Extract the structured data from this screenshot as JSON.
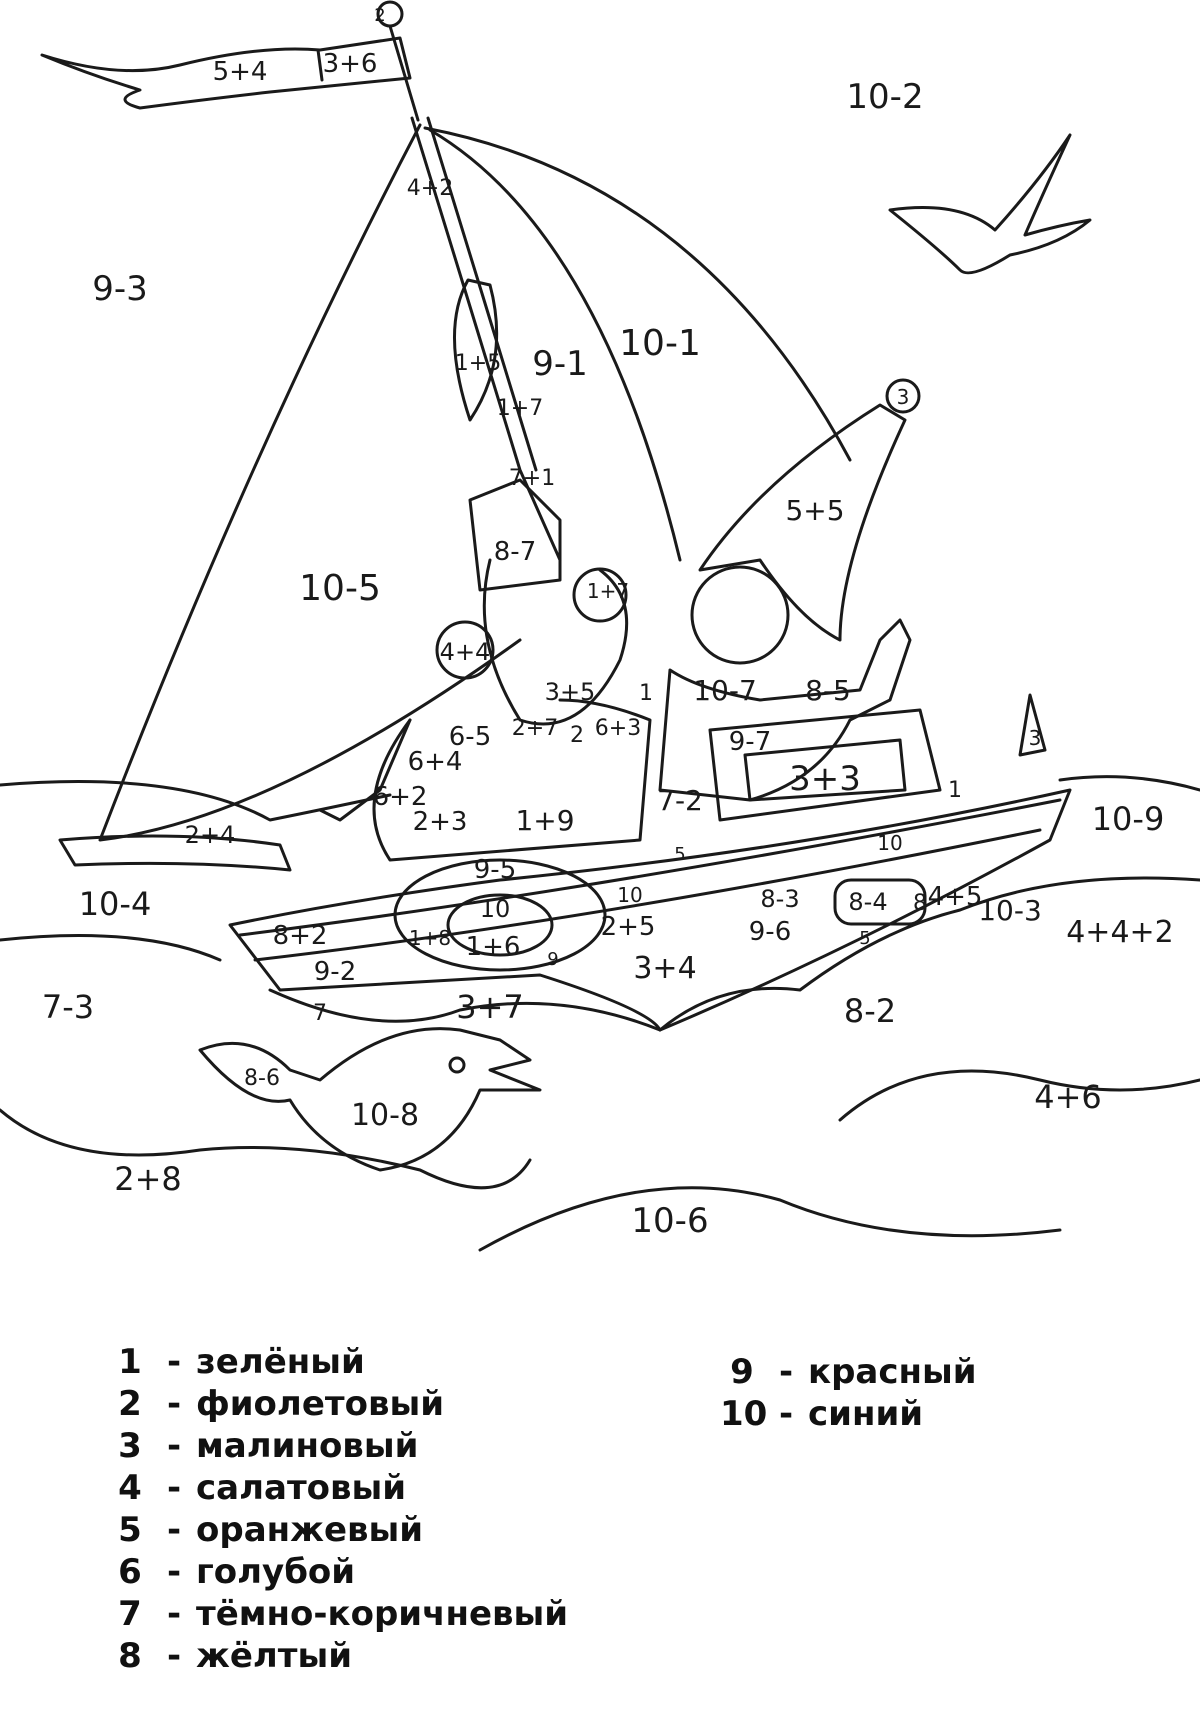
{
  "regions": [
    {
      "id": "flag-ball",
      "text": "2"
    },
    {
      "id": "flag-left",
      "text": "5+4"
    },
    {
      "id": "flag-right",
      "text": "3+6"
    },
    {
      "id": "sky-right",
      "text": "10-2"
    },
    {
      "id": "sky-left",
      "text": "9-3"
    },
    {
      "id": "mast-top",
      "text": "4+2"
    },
    {
      "id": "sail-furl",
      "text": "1+5"
    },
    {
      "id": "mast-mid",
      "text": "1+7"
    },
    {
      "id": "mast-low",
      "text": "7+1"
    },
    {
      "id": "sail-right",
      "text": "9-1"
    },
    {
      "id": "sail-far",
      "text": "10-1"
    },
    {
      "id": "hat-ball",
      "text": "3"
    },
    {
      "id": "hat-boy",
      "text": "5+5"
    },
    {
      "id": "sail-main",
      "text": "10-5"
    },
    {
      "id": "hat-man",
      "text": "8-7"
    },
    {
      "id": "hat-man-side",
      "text": "1+7"
    },
    {
      "id": "ear",
      "text": "4+4"
    },
    {
      "id": "beard",
      "text": "3+5"
    },
    {
      "id": "strap-left",
      "text": "2+7"
    },
    {
      "id": "strap-right",
      "text": "6+3"
    },
    {
      "id": "collar",
      "text": "1"
    },
    {
      "id": "button",
      "text": "2"
    },
    {
      "id": "boy-arm",
      "text": "10-7"
    },
    {
      "id": "boy-sleeve",
      "text": "8-5"
    },
    {
      "id": "cabin-top",
      "text": "9-7"
    },
    {
      "id": "cabin-window",
      "text": "3+3"
    },
    {
      "id": "cabin-side",
      "text": "1"
    },
    {
      "id": "spike",
      "text": "3"
    },
    {
      "id": "sea-right",
      "text": "10-9"
    },
    {
      "id": "sleeve-a",
      "text": "6-5"
    },
    {
      "id": "sleeve-b",
      "text": "6+4"
    },
    {
      "id": "sleeve-c",
      "text": "6+2"
    },
    {
      "id": "body-a",
      "text": "2+3"
    },
    {
      "id": "body-b",
      "text": "1+9"
    },
    {
      "id": "boy-body",
      "text": "7-2"
    },
    {
      "id": "boom",
      "text": "2+4"
    },
    {
      "id": "sea-left",
      "text": "10-4"
    },
    {
      "id": "ring-top",
      "text": "9-5"
    },
    {
      "id": "ring-center",
      "text": "10"
    },
    {
      "id": "ring-side",
      "text": "1+8"
    },
    {
      "id": "ring-bottom",
      "text": "1+6"
    },
    {
      "id": "ring-small",
      "text": "9"
    },
    {
      "id": "hull-10a",
      "text": "10"
    },
    {
      "id": "hull-10b",
      "text": "10"
    },
    {
      "id": "hull-5a",
      "text": "5"
    },
    {
      "id": "hull-5b",
      "text": "5"
    },
    {
      "id": "hull-83",
      "text": "8-3"
    },
    {
      "id": "hull-84",
      "text": "8-4"
    },
    {
      "id": "hull-8",
      "text": "8"
    },
    {
      "id": "hull-45",
      "text": "4+5"
    },
    {
      "id": "hull-103",
      "text": "10-3"
    },
    {
      "id": "hull-25",
      "text": "2+5"
    },
    {
      "id": "hull-96",
      "text": "9-6"
    },
    {
      "id": "hull-82",
      "text": "8+2"
    },
    {
      "id": "hull-92",
      "text": "9-2"
    },
    {
      "id": "hull-7",
      "text": "7"
    },
    {
      "id": "hull-34",
      "text": "3+4"
    },
    {
      "id": "sea-442",
      "text": "4+4+2"
    },
    {
      "id": "sea-73",
      "text": "7-3"
    },
    {
      "id": "sea-37",
      "text": "3+7"
    },
    {
      "id": "sea-82",
      "text": "8-2"
    },
    {
      "id": "fish-fin",
      "text": "8-6"
    },
    {
      "id": "fish-body",
      "text": "10-8"
    },
    {
      "id": "sea-46",
      "text": "4+6"
    },
    {
      "id": "sea-28",
      "text": "2+8"
    },
    {
      "id": "sea-106",
      "text": "10-6"
    }
  ],
  "legend": {
    "dash": "-",
    "left": [
      {
        "num": "1",
        "color": "зелёный"
      },
      {
        "num": "2",
        "color": "фиолетовый"
      },
      {
        "num": "3",
        "color": "малиновый"
      },
      {
        "num": "4",
        "color": "салатовый"
      },
      {
        "num": "5",
        "color": "оранжевый"
      },
      {
        "num": "6",
        "color": "голубой"
      },
      {
        "num": "7",
        "color": "тёмно-коричневый"
      },
      {
        "num": "8",
        "color": "жёлтый"
      }
    ],
    "right": [
      {
        "num": "9",
        "color": "красный"
      },
      {
        "num": "10",
        "color": "синий"
      }
    ]
  }
}
